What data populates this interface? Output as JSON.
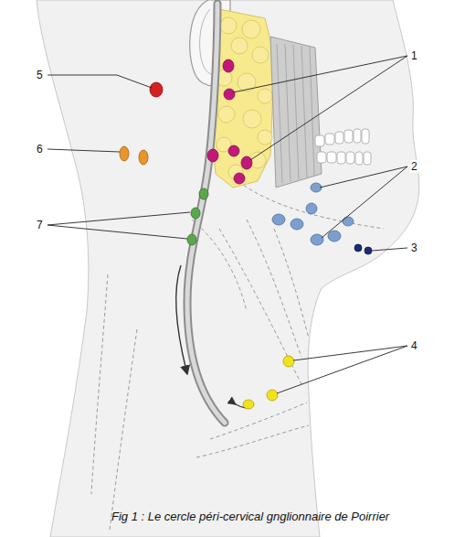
{
  "diagram": {
    "caption": "Fig 1 : Le cercle péri-cervical gnglionnaire de Poirrier",
    "labels": [
      "1",
      "2",
      "3",
      "4",
      "5",
      "6",
      "7"
    ]
  }
}
